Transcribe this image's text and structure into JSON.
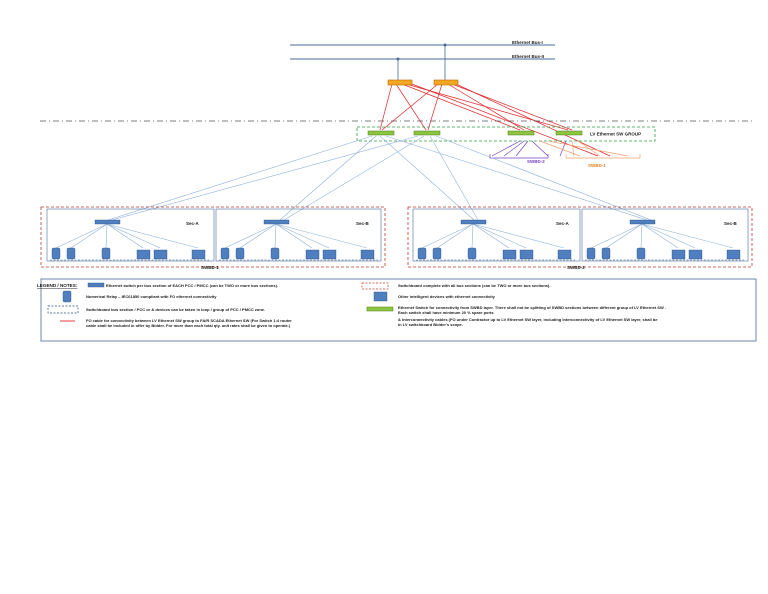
{
  "bus": {
    "bus1": "Ethernet Bus-I",
    "bus2": "Ethernet Bus-II"
  },
  "lv_group": "LV Ethernet SW GROUP",
  "swbd": {
    "swbd1": "SWBD-1",
    "swbd2": "SWBD-2"
  },
  "sections": {
    "sec_a": "Sec-A",
    "sec_b": "Sec-B"
  },
  "legend": {
    "title": "LEGEND / NOTES:",
    "sw_text": "Ethernet switch per bus section of EACH PCC / PMCC (can be TWO or more bus sections).",
    "swbd_text": "Switchboard complete with all bus sections (can be TWO or more bus sections).",
    "relay_text": "Numerical Relay – IEC61850 compliant with FO ethernet connectivity",
    "ied_text": "Other intelligent devices with ethernet connectivity",
    "loop_text": "Switchboard bus section / PCC or & devices can be taken in loop / group of PCC / PMCC zone.",
    "green_text1": "Ethernet Switch for connectivity from SWBD layer. There shall not be splitting of SWBD sections between different group of LV Ethernet SW .",
    "green_text2": "Each switch shall have minimum 20 % spare ports",
    "fo_text1": "FO cable for connectivity between LV Ethernet SW group to FA/R SCADA Ethernet SW (For Switch 1:4 router",
    "fo_text2": "cable shall be included in offer by Bidder. For more than each total qty. unit rates shall be given to operate.)",
    "lan_text1": "& Interconnectivity cables (FO under Contractor up to LV Ethernet SW layer, including Interconnectivity of LV Ethernet SW layer,  shall be",
    "lan_text2": "in LV switchboard Bidder's scope."
  },
  "colors": {
    "bus_line": "#4a6a9a",
    "orange_switch": "#f5a623",
    "green_switch": "#8cc63f",
    "red_link": "#e0262a",
    "blue_link": "#8fb0d8",
    "device": "#4f7fbf",
    "purple": "#7a40c0",
    "orange_line": "#f0a070",
    "dashed_red": "#c0392b",
    "dashed_green": "#2ea043"
  }
}
